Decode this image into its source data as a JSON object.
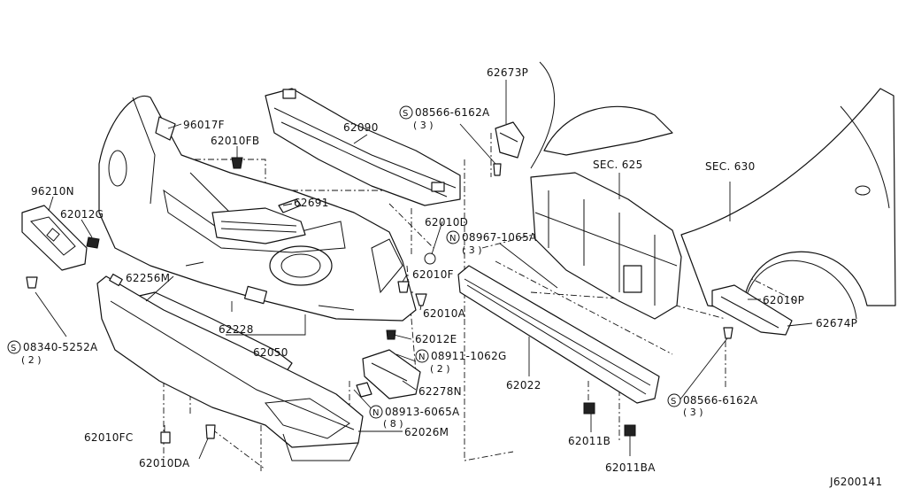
{
  "diagram": {
    "drawing_id": "J6200141",
    "labels": {
      "p96017F": "96017F",
      "p62010FB": "62010FB",
      "p62090": "62090",
      "p96210N": "96210N",
      "p62012G": "62012G",
      "p62691": "62691",
      "p62010D": "62010D",
      "p62256M": "62256M",
      "p62010F": "62010F",
      "p62010A": "62010A",
      "p62228": "62228",
      "p62050": "62050",
      "p62012E": "62012E",
      "p62278N": "62278N",
      "p62026M": "62026M",
      "p62010FC": "62010FC",
      "p62010DA": "62010DA",
      "p62022": "62022",
      "p62011B": "62011B",
      "p62011BA": "62011BA",
      "p62673P": "62673P",
      "p62010P": "62010P",
      "p62674P": "62674P",
      "sec625": "SEC. 625",
      "sec630": "SEC. 630"
    },
    "fasteners": {
      "s08566a": {
        "symbol": "S",
        "number": "08566-6162A",
        "qty": "( 3 )"
      },
      "s08566b": {
        "symbol": "S",
        "number": "08566-6162A",
        "qty": "( 3 )"
      },
      "s08340": {
        "symbol": "S",
        "number": "08340-5252A",
        "qty": "( 2 )"
      },
      "n08967": {
        "symbol": "N",
        "number": "08967-1065A",
        "qty": "( 3 )"
      },
      "n08911": {
        "symbol": "N",
        "number": "08911-1062G",
        "qty": "( 2 )"
      },
      "n08913": {
        "symbol": "N",
        "number": "08913-6065A",
        "qty": "( 8 )"
      }
    }
  }
}
